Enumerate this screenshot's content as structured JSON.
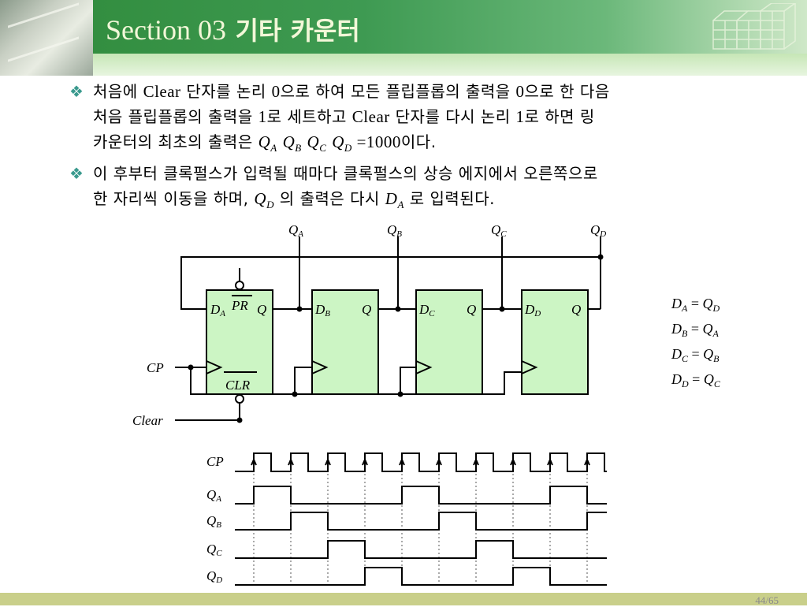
{
  "header": {
    "section": "Section 03",
    "title_kr": "기타 카운터"
  },
  "bullets": [
    {
      "p1": "처음에 ",
      "p2": "Clear",
      "p3": " 단자를 논리 ",
      "p4": "0",
      "p5": "으로 하여 모든 플립플롭의 출력을 ",
      "p6": "0",
      "p7": "으로 한 다음",
      "l2a": "처음 플립플롭의 출력을 ",
      "l2b": "1",
      "l2c": "로 세트하고 ",
      "l2d": "Clear",
      "l2e": " 단자를 다시 논리 ",
      "l2f": "1",
      "l2g": "로 하면 링",
      "l3a": "카운터의 최초의 출력은 ",
      "l3b": " =1000",
      "l3c": "이다."
    },
    {
      "l1": "이 후부터 클록펄스가 입력될 때마다 클록펄스의 상승 에지에서 오른쪽으로",
      "l2a": "한 자리씩 이동을 하며, ",
      "l2b": " 의 출력은 다시 ",
      "l2c": " 로 입력된다."
    }
  ],
  "circuit": {
    "outputs": [
      "Q",
      "Q",
      "Q",
      "Q"
    ],
    "output_subs": [
      "A",
      "B",
      "C",
      "D"
    ],
    "ff_d": [
      "D",
      "D",
      "D",
      "D"
    ],
    "ff_q": "Q",
    "pr": "PR",
    "clr": "CLR",
    "cp": "CP",
    "clear": "Clear"
  },
  "equations": [
    {
      "lhs": "A",
      "rhs": "D"
    },
    {
      "lhs": "B",
      "rhs": "A"
    },
    {
      "lhs": "C",
      "rhs": "B"
    },
    {
      "lhs": "D",
      "rhs": "C"
    }
  ],
  "timing": {
    "labels": [
      "CP",
      "Q",
      "Q",
      "Q",
      "Q"
    ],
    "label_subs": [
      "",
      "A",
      "B",
      "C",
      "D"
    ],
    "pulses": 10,
    "qa_high_pulses": [
      1,
      5,
      9
    ],
    "qb_high_pulses": [
      2,
      6,
      10
    ],
    "qc_high_pulses": [
      3,
      7
    ],
    "qd_high_pulses": [
      4,
      8
    ]
  },
  "page": "44/65",
  "colors": {
    "header_green": "#2f8a3a",
    "ff_fill": "#ccf5c4",
    "bullet_mark": "#3a9a8e",
    "footer": "#c9cf8a"
  }
}
